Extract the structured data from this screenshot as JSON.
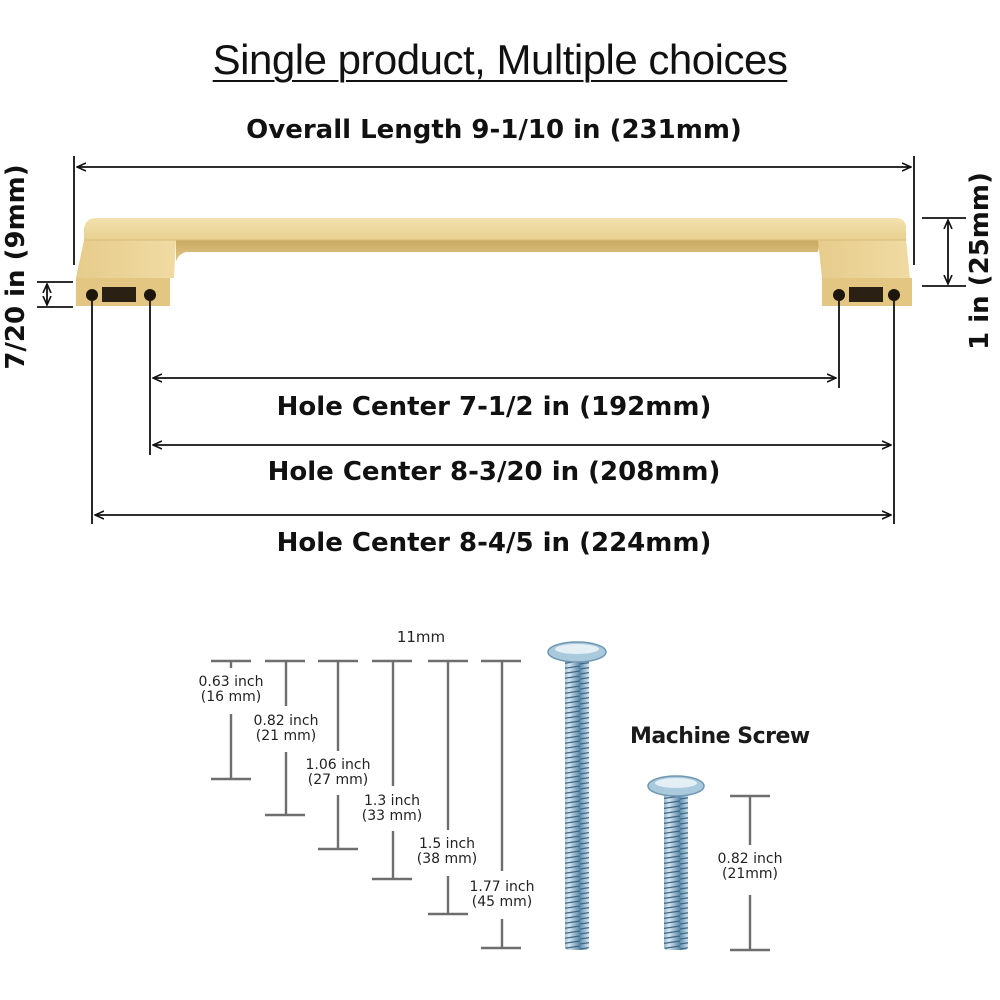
{
  "title": "Single product, Multiple choices",
  "handle": {
    "overall_length": "Overall Length 9-1/10 in (231mm)",
    "height": "1 in (25mm)",
    "foot_height": "7/20 in (9mm)",
    "hole_centers": [
      "Hole Center 7-1/2 in (192mm)",
      "Hole Center 8-3/20 in (208mm)",
      "Hole Center 8-4/5 in (224mm)"
    ],
    "finish_color": "#e8cf8f"
  },
  "screws": {
    "diameter_label": "11mm",
    "lengths": [
      {
        "inch": "0.63 inch",
        "mm": "(16 mm)"
      },
      {
        "inch": "0.82 inch",
        "mm": "(21 mm)"
      },
      {
        "inch": "1.06 inch",
        "mm": "(27 mm)"
      },
      {
        "inch": "1.3 inch",
        "mm": "(33 mm)"
      },
      {
        "inch": "1.5 inch",
        "mm": "(38 mm)"
      },
      {
        "inch": "1.77 inch",
        "mm": "(45 mm)"
      }
    ],
    "machine_screw": {
      "title": "Machine Screw",
      "inch": "0.82 inch",
      "mm": "(21mm)"
    },
    "screw_color": "#8fb6cf"
  }
}
